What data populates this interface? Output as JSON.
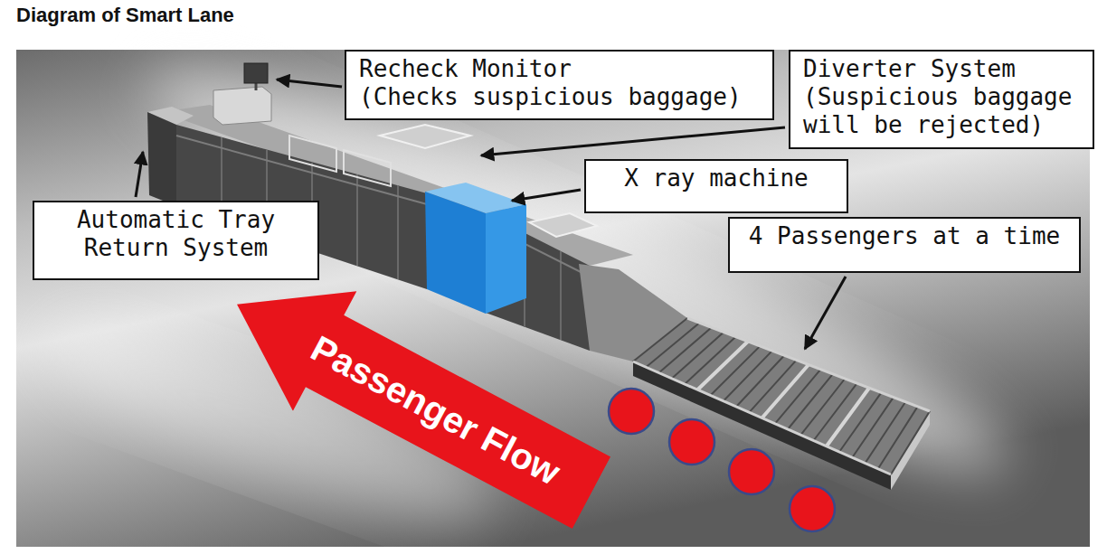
{
  "diagram": {
    "title": "Diagram of Smart Lane",
    "nodes": [
      {
        "text": [
          "Recheck Monitor",
          "(Checks suspicious baggage)"
        ]
      },
      {
        "text": [
          "Diverter System",
          "(Suspicious baggage will be rejected)"
        ]
      },
      {
        "text": [
          "X ray machine"
        ]
      },
      {
        "text": [
          "Automatic Tray Return System"
        ]
      },
      {
        "text": [
          "4 Passengers at a time"
        ]
      },
      {
        "text": [
          "Passenger Flow"
        ]
      }
    ]
  }
}
